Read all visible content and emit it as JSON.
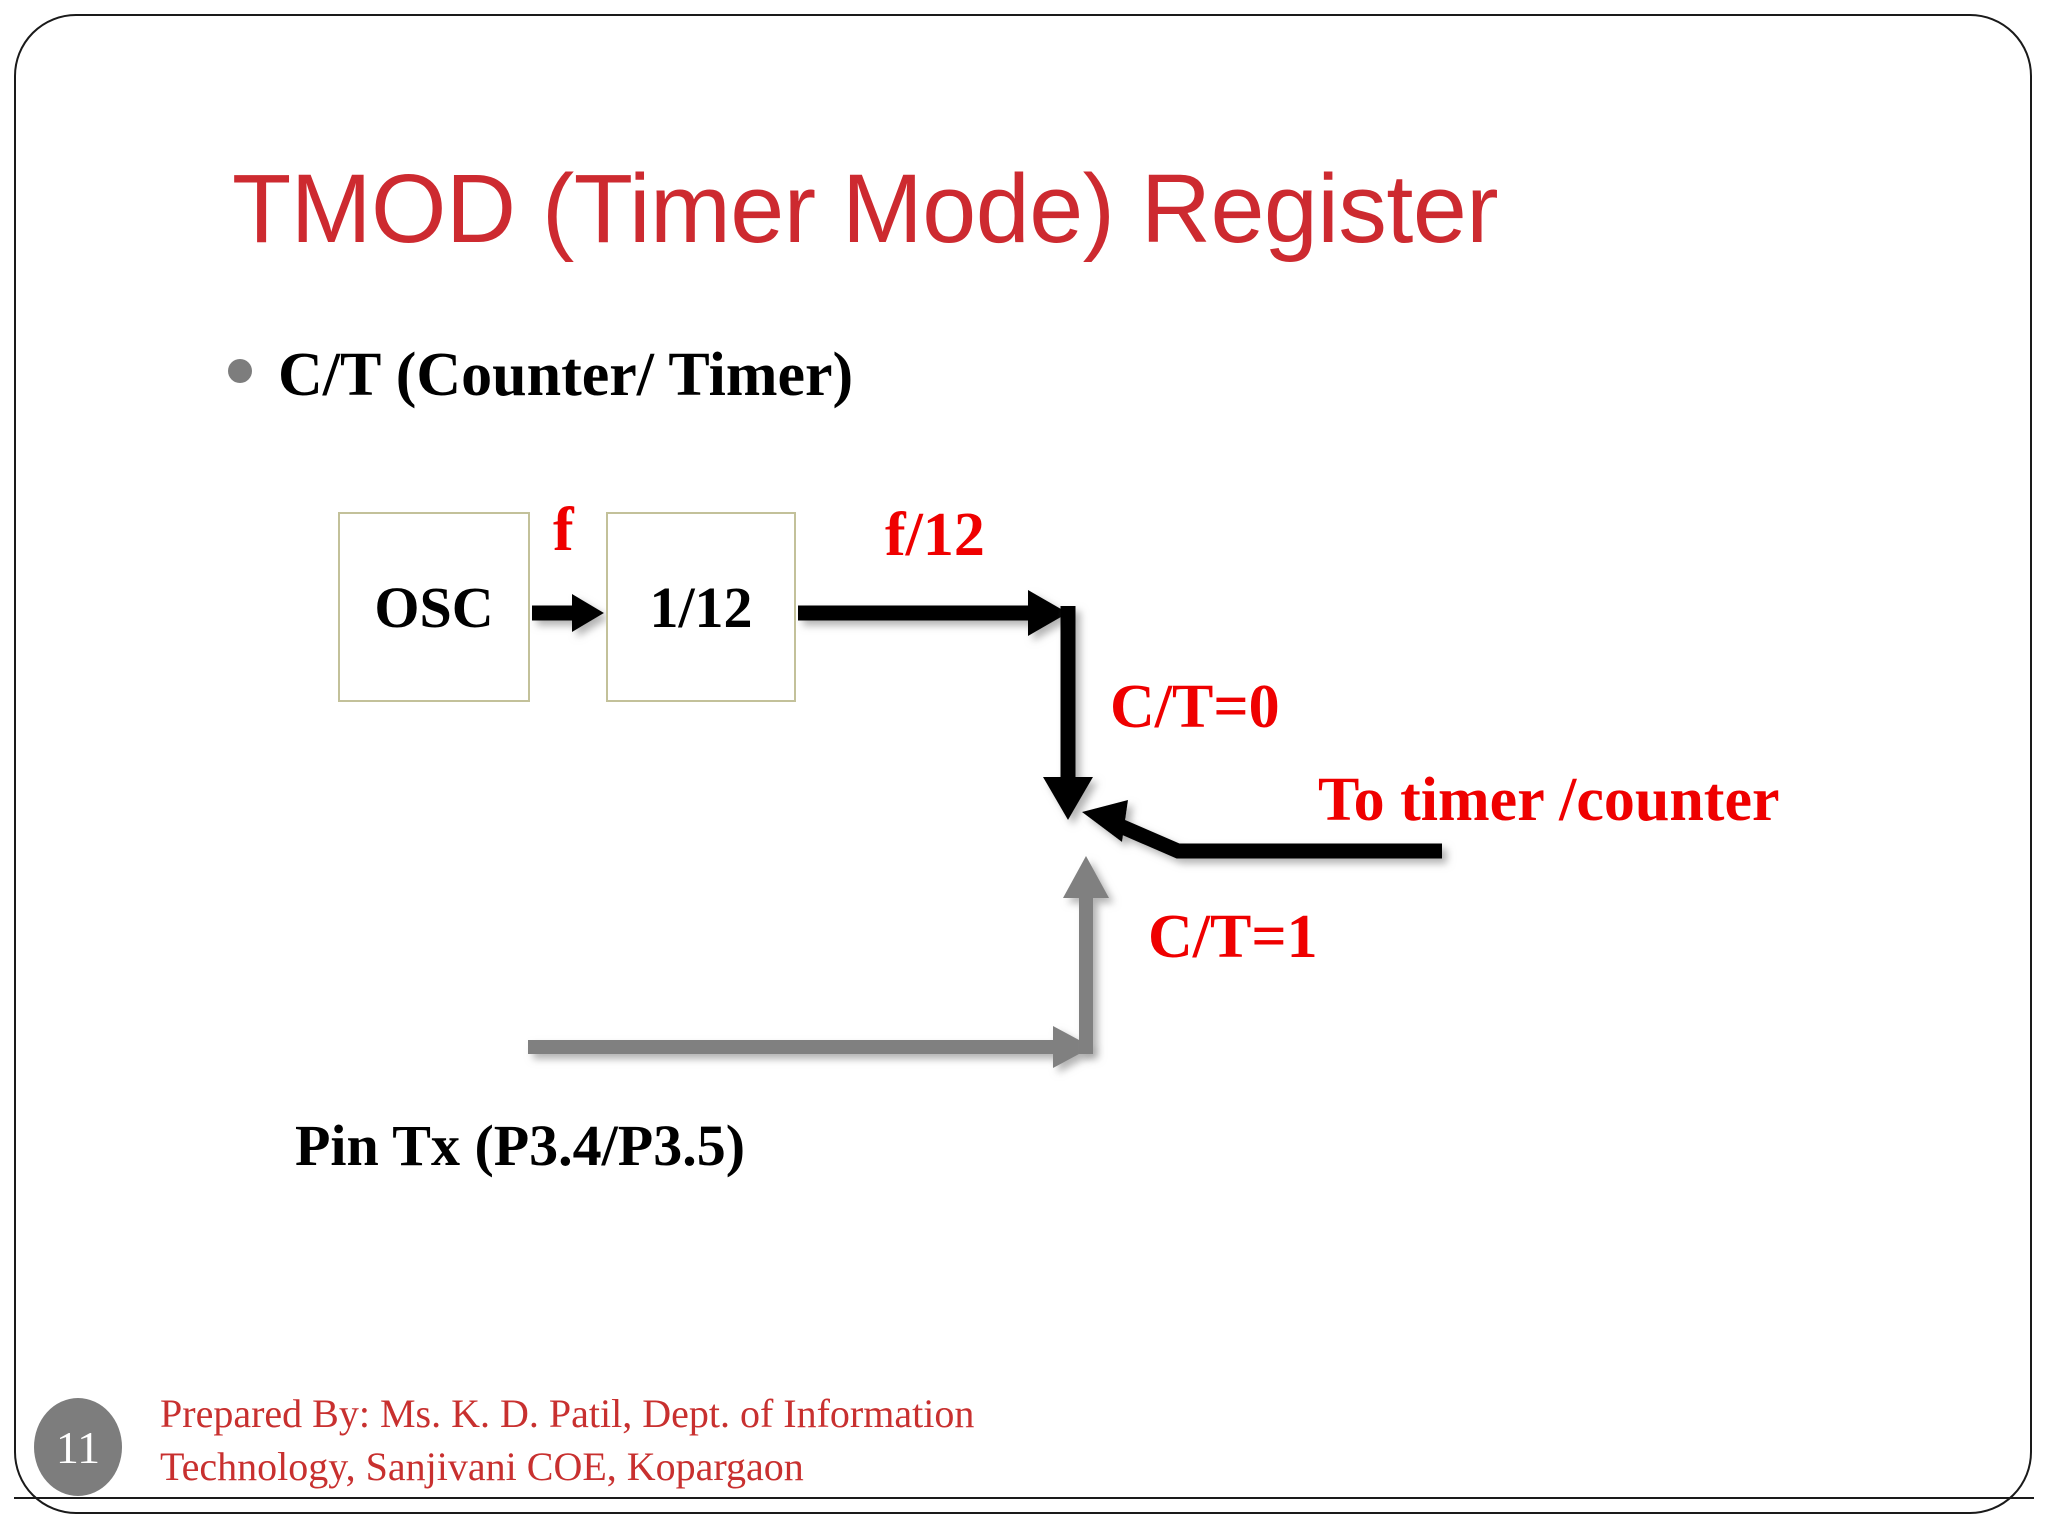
{
  "slide": {
    "title": "TMOD (Timer Mode) Register",
    "title_color": "#cd2a30",
    "number": "11"
  },
  "content": {
    "bullets": [
      {
        "text": "C/T (Counter/ Timer)"
      }
    ]
  },
  "diagram": {
    "boxes": [
      {
        "id": "osc",
        "label": "OSC"
      },
      {
        "id": "divider",
        "label": "1/12"
      }
    ],
    "labels": {
      "f": "f",
      "f_over_12": "f/12",
      "ct_zero": "C/T=0",
      "ct_one": "C/T=1",
      "to_timer_counter": "To timer /counter",
      "pin": "Pin Tx (P3.4/P3.5)"
    },
    "colors": {
      "label_red": "#ef0000",
      "box_border": "#c3c19a",
      "arrow_black": "#000000",
      "arrow_gray": "#808080"
    }
  },
  "footer": {
    "line1": "Prepared By: Ms. K. D. Patil, Dept. of Information",
    "line2": "Technology, Sanjivani COE, Kopargaon",
    "color": "#c8302f"
  }
}
